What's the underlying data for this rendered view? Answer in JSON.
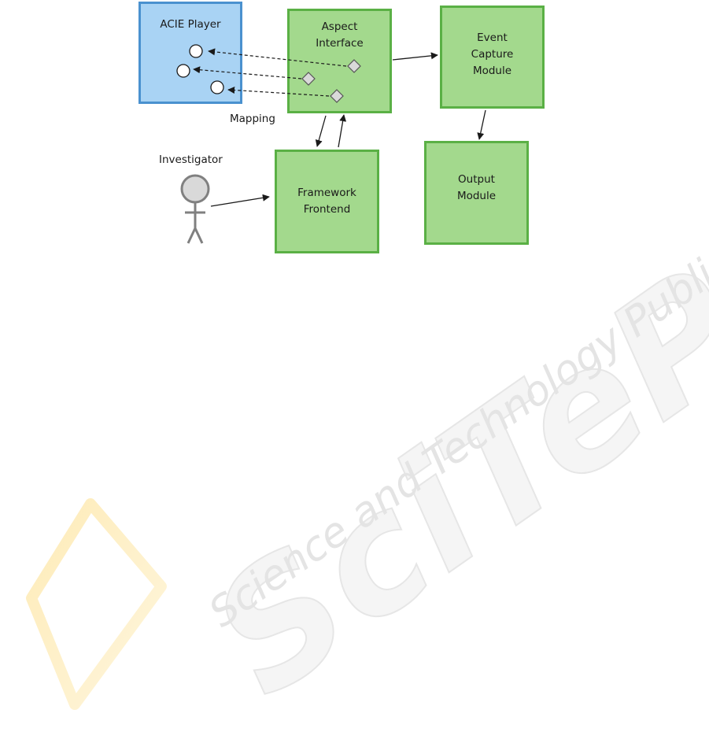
{
  "diagram": {
    "acie_player": {
      "label": "ACIE Player"
    },
    "aspect_interface": {
      "line1": "Aspect",
      "line2": "Interface"
    },
    "event_capture": {
      "line1": "Event",
      "line2": "Capture",
      "line3": "Module"
    },
    "framework_frontend": {
      "line1": "Framework",
      "line2": "Frontend"
    },
    "output_module": {
      "line1": "Output",
      "line2": "Module"
    },
    "mapping_label": "Mapping",
    "investigator_label": "Investigator"
  },
  "watermark": {
    "main": "SciTePress",
    "sub": "Science and Technology Publications"
  },
  "colors": {
    "green_fill": "#a3d98d",
    "green_border": "#5ab045",
    "blue_fill": "#a9d3f4",
    "blue_border": "#4a91cf",
    "actor_fill": "#d9d9d9",
    "actor_stroke": "#808080",
    "watermark_logo": "#fbe6b0"
  }
}
